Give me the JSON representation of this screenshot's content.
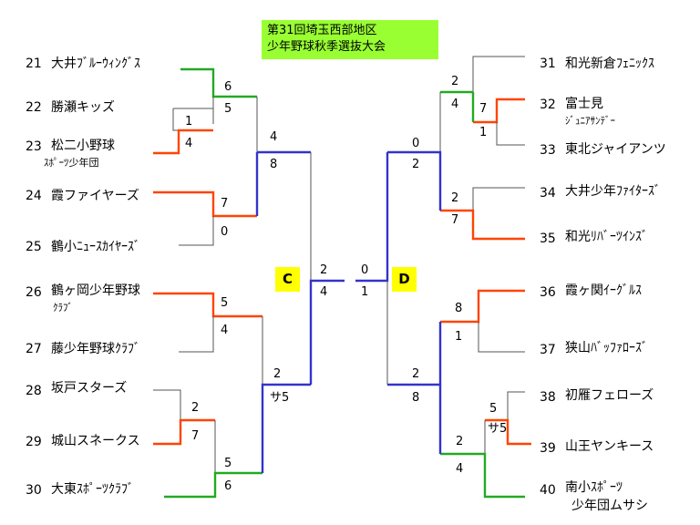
{
  "title": {
    "line1": "第31回埼玉西部地区",
    "line2": "少年野球秋季選抜大会"
  },
  "zones": {
    "left": "C",
    "right": "D"
  },
  "teams_left": [
    {
      "seed": "21",
      "name": "大井ﾌﾞﾙｰｳｨﾝｸﾞｽ",
      "sub": ""
    },
    {
      "seed": "22",
      "name": "勝瀬キッズ",
      "sub": ""
    },
    {
      "seed": "23",
      "name": "松二小野球",
      "sub": "ｽﾎﾟｰﾂ少年団"
    },
    {
      "seed": "24",
      "name": "霞ファイヤーズ",
      "sub": ""
    },
    {
      "seed": "25",
      "name": "鶴小ﾆｭｰｽｶｲﾔｰｽﾞ",
      "sub": ""
    },
    {
      "seed": "26",
      "name": "鶴ヶ岡少年野球",
      "sub": "ｸﾗﾌﾞ"
    },
    {
      "seed": "27",
      "name": "藤少年野球ｸﾗﾌﾞ",
      "sub": ""
    },
    {
      "seed": "28",
      "name": "坂戸スターズ",
      "sub": ""
    },
    {
      "seed": "29",
      "name": "城山スネークス",
      "sub": ""
    },
    {
      "seed": "30",
      "name": "大東ｽﾎﾟｰﾂｸﾗﾌﾞ",
      "sub": ""
    }
  ],
  "teams_right": [
    {
      "seed": "31",
      "name": "和光新倉ﾌｪﾆｯｸｽ",
      "sub": ""
    },
    {
      "seed": "32",
      "name": "富士見",
      "sub": "ｼﾞｭﾆｱｻﾝﾃﾞｰ"
    },
    {
      "seed": "33",
      "name": "東北ジャイアンツ",
      "sub": ""
    },
    {
      "seed": "34",
      "name": "大井少年ﾌｧｲﾀｰｽﾞ",
      "sub": ""
    },
    {
      "seed": "35",
      "name": "和光ﾘﾊﾞｰﾂｲﾝｽﾞ",
      "sub": ""
    },
    {
      "seed": "36",
      "name": "霞ヶ関ｲｰｸﾞﾙｽ",
      "sub": ""
    },
    {
      "seed": "37",
      "name": "狭山ﾊﾞｯﾌｧﾛｰｽﾞ",
      "sub": ""
    },
    {
      "seed": "38",
      "name": "初雁フェローズ",
      "sub": ""
    },
    {
      "seed": "39",
      "name": "山王ヤンキース",
      "sub": ""
    },
    {
      "seed": "40",
      "name": "南小ｽﾎﾟｰﾂ",
      "sub": "少年団ムサシ"
    }
  ],
  "scores": {
    "m21_top": "6",
    "m21_bot": "5",
    "m22_top": "1",
    "m22_bot": "4",
    "m24_top": "7",
    "m24_bot": "0",
    "m26_top": "5",
    "m26_bot": "4",
    "m28_top": "2",
    "m28_bot": "7",
    "m30_top": "5",
    "m30_bot": "6",
    "lq1_top": "4",
    "lq1_bot": "8",
    "lq2_top": "2",
    "lq2_bot": "サ5",
    "lsemi_top": "2",
    "lsemi_bot": "4",
    "rsemi_top": "0",
    "rsemi_bot": "1",
    "rq1_top": "0",
    "rq1_bot": "2",
    "rq2_top": "2",
    "rq2_bot": "8",
    "m31_top": "2",
    "m31_bot": "4",
    "m32_top": "7",
    "m32_bot": "1",
    "m34_top": "2",
    "m34_bot": "7",
    "m36_top": "8",
    "m36_bot": "1",
    "m38_top": "5",
    "m38_bot": "サ5",
    "m40_top": "2",
    "m40_bot": "4"
  },
  "colors": {
    "won_first": "#ff4400",
    "won_mid": "#3333cc",
    "won_green": "#22aa22",
    "lost": "#555555"
  }
}
